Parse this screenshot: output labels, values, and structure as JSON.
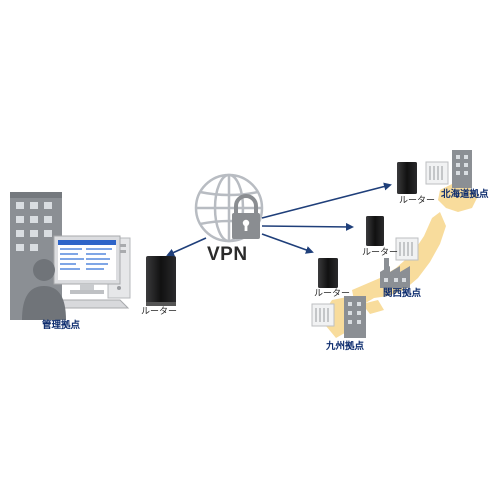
{
  "vpn": {
    "label": "VPN"
  },
  "hq": {
    "name": "管理拠点",
    "router_label": "ルーター"
  },
  "sites": [
    {
      "name": "北海道拠点",
      "router_label": "ルーター"
    },
    {
      "name": "関西拠点",
      "router_label": "ルーター"
    },
    {
      "name": "九州拠点",
      "router_label": "ルーター"
    }
  ],
  "colors": {
    "arrow": "#1f3f7a",
    "building": "#8b8f94",
    "router": "#1c1c1e",
    "globe": "#b8bcc2",
    "japan": "#f8dc9c",
    "site_label": "#0d2c6e"
  }
}
